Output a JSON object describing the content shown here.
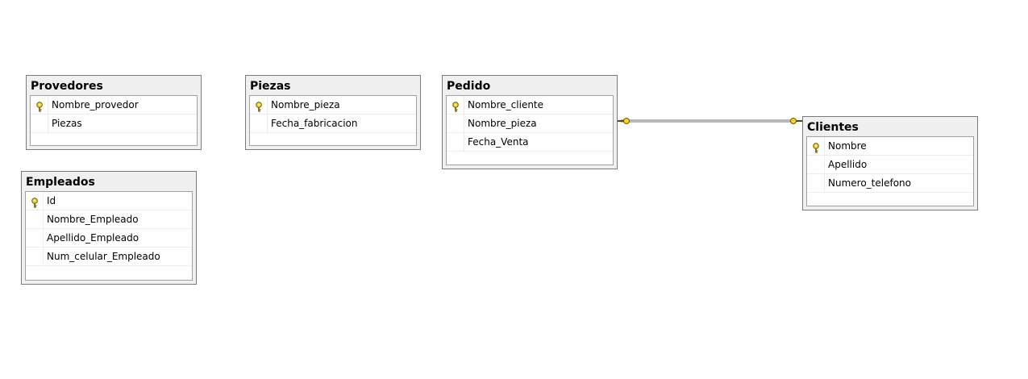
{
  "tables": {
    "provedores": {
      "name": "Provedores",
      "columns": [
        {
          "name": "Nombre_provedor",
          "pk": true
        },
        {
          "name": "Piezas",
          "pk": false
        }
      ]
    },
    "piezas": {
      "name": "Piezas",
      "columns": [
        {
          "name": "Nombre_pieza",
          "pk": true
        },
        {
          "name": "Fecha_fabricacion",
          "pk": false
        }
      ]
    },
    "pedido": {
      "name": "Pedido",
      "columns": [
        {
          "name": "Nombre_cliente",
          "pk": true
        },
        {
          "name": "Nombre_pieza",
          "pk": false
        },
        {
          "name": "Fecha_Venta",
          "pk": false
        }
      ]
    },
    "clientes": {
      "name": "Clientes",
      "columns": [
        {
          "name": "Nombre",
          "pk": true
        },
        {
          "name": "Apellido",
          "pk": false
        },
        {
          "name": "Numero_telefono",
          "pk": false
        }
      ]
    },
    "empleados": {
      "name": "Empleados",
      "columns": [
        {
          "name": "Id",
          "pk": true
        },
        {
          "name": "Nombre_Empleado",
          "pk": false
        },
        {
          "name": "Apellido_Empleado",
          "pk": false
        },
        {
          "name": "Num_celular_Empleado",
          "pk": false
        }
      ]
    }
  },
  "relationships": [
    {
      "from": "pedido",
      "to": "clientes",
      "type": "one-to-one"
    }
  ],
  "colors": {
    "key_icon": "#e8c31a",
    "relationship_line": "#6f6f6f"
  }
}
